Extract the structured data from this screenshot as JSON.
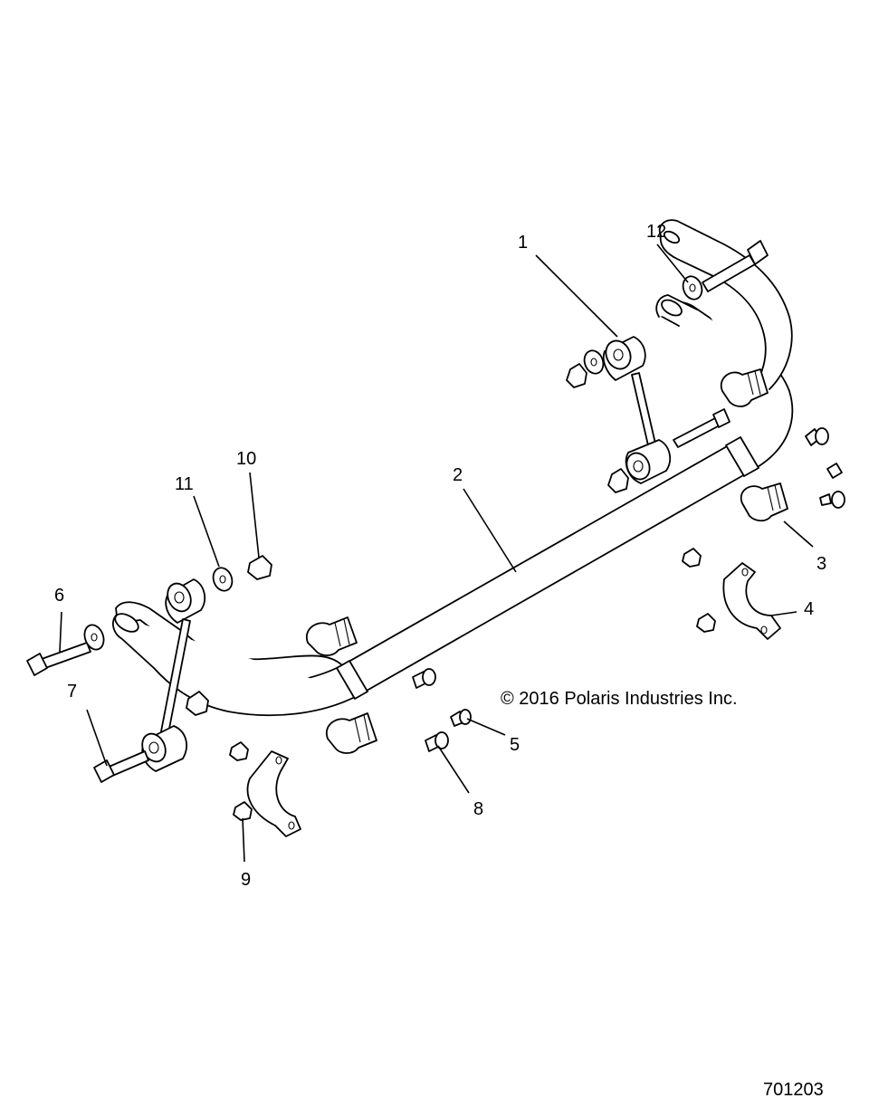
{
  "diagram": {
    "callouts": [
      "1",
      "2",
      "3",
      "4",
      "5",
      "6",
      "7",
      "8",
      "9",
      "10",
      "11",
      "12"
    ],
    "copyright": "© 2016 Polaris Industries Inc.",
    "figure_number": "701203"
  },
  "colors": {
    "line": "#000000",
    "background": "#ffffff"
  }
}
